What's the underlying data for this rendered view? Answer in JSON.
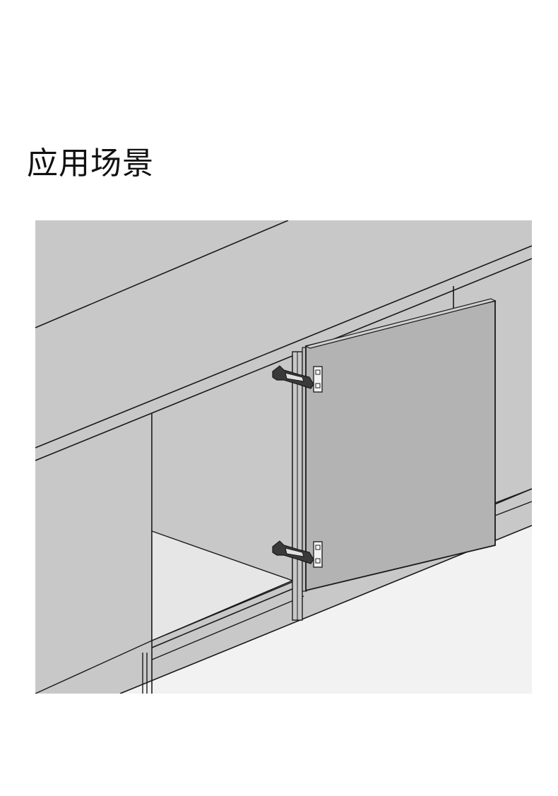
{
  "page": {
    "heading": "应用场景"
  },
  "illustration": {
    "subject": "cabinet-with-open-door-and-concealed-hinges",
    "hinge_count": 2,
    "colors": {
      "background": "#ffffff",
      "cabinet_face": "#c8c8c8",
      "floor": "#f2f2f2",
      "door_panel": "#b3b3b3",
      "interior_shelf": "#e6e6e6",
      "outline": "#1a1a1a"
    }
  }
}
